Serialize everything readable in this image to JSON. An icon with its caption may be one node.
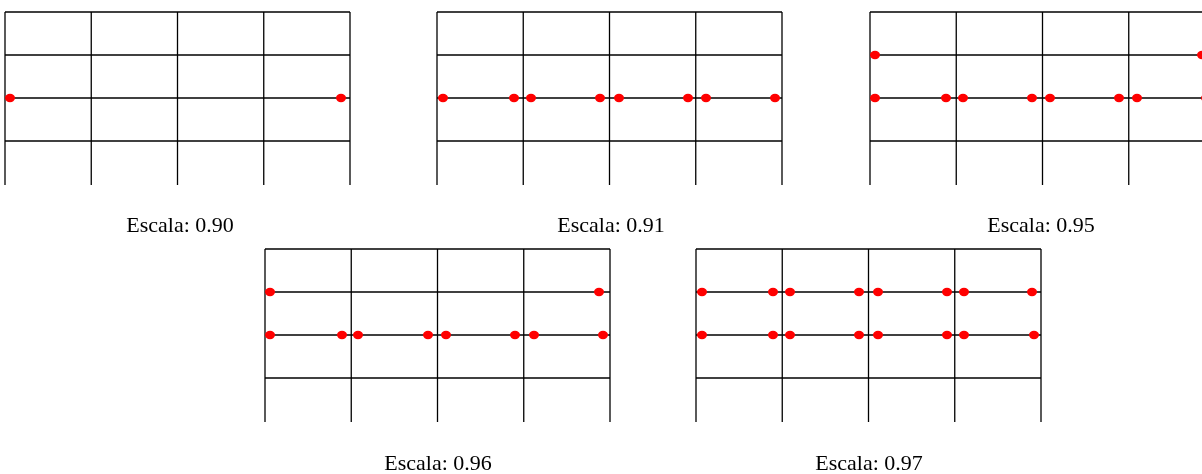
{
  "diagram": {
    "labels": [
      "Escala: 0.90",
      "Escala: 0.91",
      "Escala: 0.95",
      "Escala: 0.96",
      "Escala: 0.97"
    ]
  }
}
